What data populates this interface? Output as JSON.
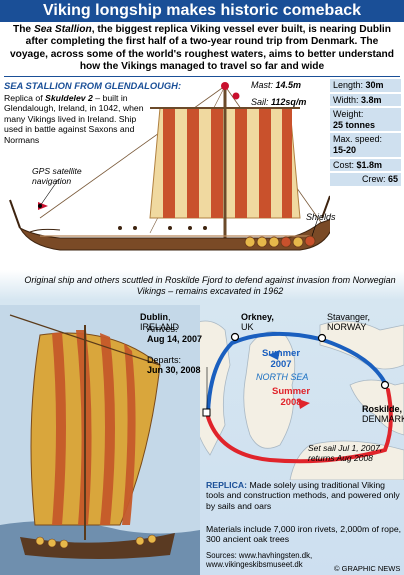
{
  "header": {
    "title": "Viking longship makes historic comeback",
    "intro_a": "The ",
    "intro_ship": "Sea Stallion",
    "intro_b": ", the biggest replica Viking vessel ever built, is nearing Dublin after completing the first half of a two-year round trip from Denmark. The voyage, across some of the world's roughest waters, aims to better understand how the Vikings managed to travel so far and wide"
  },
  "replica": {
    "section_title": "SEA STALLION FROM GLENDALOUGH:",
    "desc_a": "Replica of ",
    "desc_ship": "Skuldelev 2",
    "desc_b": " – built in Glendalough, Ireland, in 1042, when many Vikings lived in Ireland. Ship used in battle against Saxons and Normans",
    "gps_label": "GPS satellite navigation",
    "mast_label": "Mast: ",
    "mast_value": "14.5m",
    "sail_label": "Sail: ",
    "sail_value": "112sq/m",
    "shields_label": "Shields"
  },
  "stats": [
    {
      "label": "Length: ",
      "value": "30m"
    },
    {
      "label": "Width: ",
      "value": "3.8m"
    },
    {
      "label": "Weight: ",
      "value": "25 tonnes"
    },
    {
      "label": "Max. speed: ",
      "value": "15-20"
    },
    {
      "label": "Cost: ",
      "value": "$1.8m"
    },
    {
      "label": "Crew: ",
      "value": "65"
    }
  ],
  "caption": "Original ship and others scuttled in Roskilde Fjord to defend against invasion from Norwegian Vikings – remains excavated in 1962",
  "map": {
    "dublin_name": "Dublin",
    "dublin_country": ", IRELAND",
    "arrives_label": "Arrives:",
    "arrives_date": "Aug 14, 2007",
    "departs_label": "Departs:",
    "departs_date": "Jun 30, 2008",
    "orkney_name": "Orkney,",
    "orkney_country": "UK",
    "stavanger_name": "Stavanger,",
    "stavanger_country": "NORWAY",
    "roskilde_name": "Roskilde,",
    "roskilde_country": "DENMARK",
    "sea_label": "NORTH SEA",
    "summer2007_a": "Summer",
    "summer2007_b": "2007",
    "summer2008_a": "Summer",
    "summer2008_b": "2008",
    "set_sail": "Set sail Jul 1, 2007, returns Aug 2008",
    "color_2007": "#1a5fbf",
    "color_2008": "#e0242b"
  },
  "footer": {
    "replica_head": "REPLICA:",
    "replica_body": " Made solely using traditional Viking tools and construction methods, and powered only by sails and oars",
    "materials": "Materials include 7,000 iron rivets, 2,000m of rope, 300 ancient oak trees",
    "sources_a": "Sources: www.havhingsten.dk,",
    "sources_b": "www.vikingeskibsmuseet.dk",
    "copyright": "© GRAPHIC NEWS"
  },
  "colors": {
    "banner": "#1a4f97",
    "stat_box": "#cfe0ef"
  }
}
